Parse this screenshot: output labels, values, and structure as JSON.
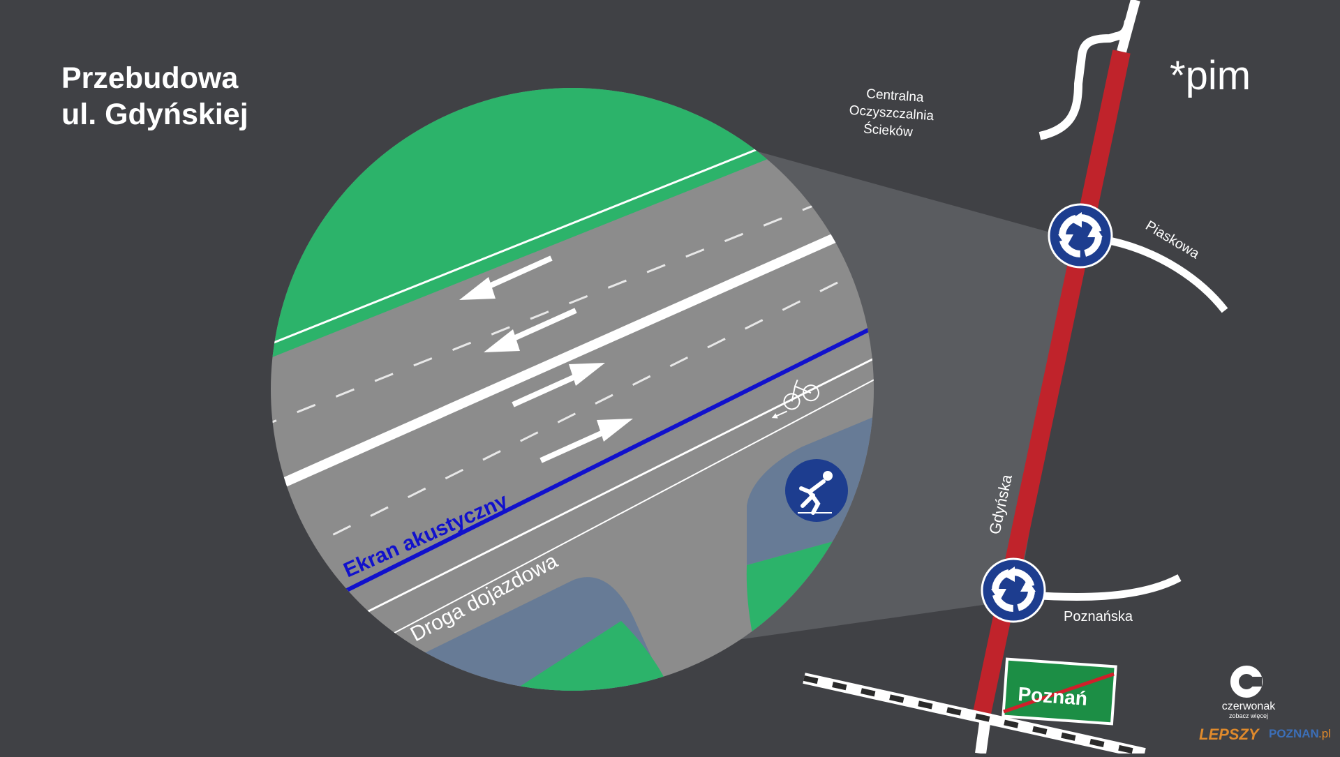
{
  "title": {
    "line1": "Przebudowa",
    "line2": "ul. Gdyńskiej"
  },
  "brand": {
    "pim": "*pim",
    "czerwonak_name": "czerwonak",
    "czerwonak_tagline": "zobacz więcej",
    "lepszy": "LEPSZY",
    "poznan": "POZNAN",
    "pl": ".pl"
  },
  "map": {
    "wwtp": {
      "line1": "Centralna",
      "line2": "Oczyszczalnia",
      "line3": "Ścieków"
    },
    "streets": {
      "piaskowa": "Piaskowa",
      "gdynska": "Gdyńska",
      "poznanska": "Poznańska"
    },
    "city_sign": "Poznań",
    "roundabout_icon": "roundabout-sign-icon"
  },
  "detail": {
    "noise_barrier": "Ekran akustyczny",
    "access_road": "Droga dojazdowa",
    "bike_icon": "bicycle-icon",
    "pedestrian_icon": "pedestrian-crossing-icon"
  },
  "colors": {
    "background": "#404145",
    "road_highlight": "#c0232b",
    "green": "#2cb36a",
    "asphalt": "#8c8c8c",
    "sign_blue": "#1d3d8f",
    "barrier_blue": "#1111cc"
  }
}
